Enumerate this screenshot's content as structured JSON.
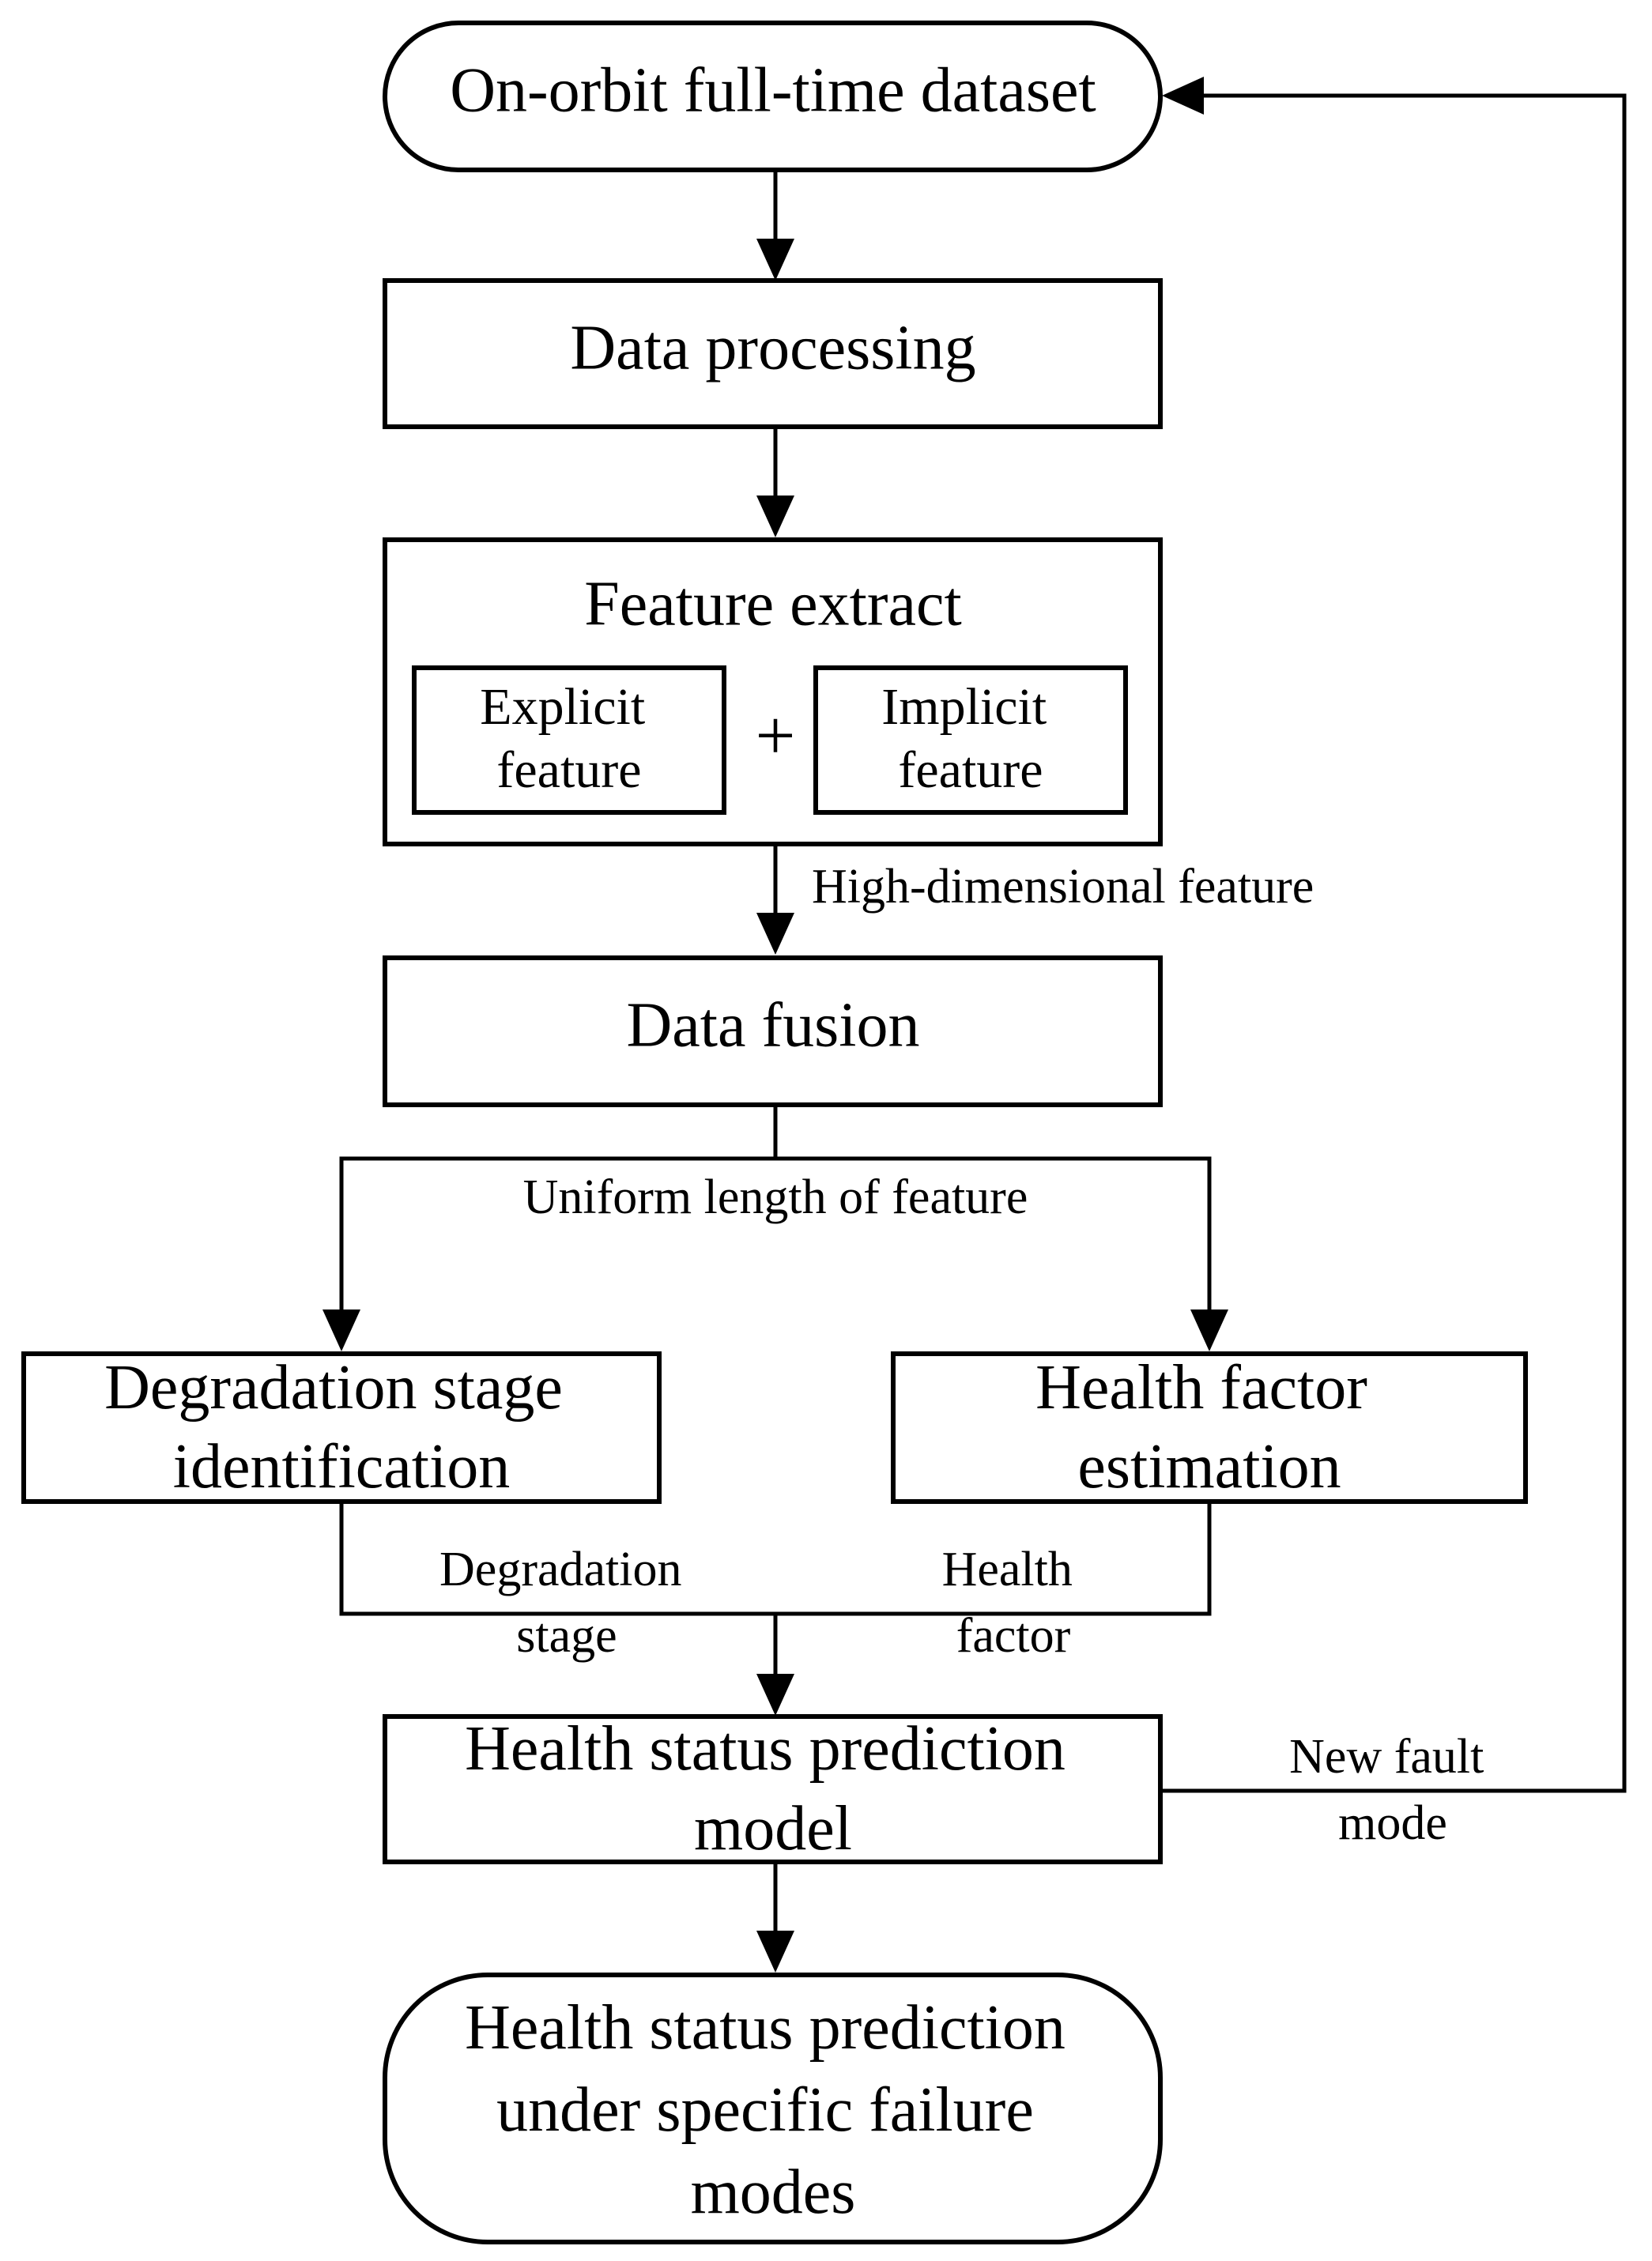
{
  "nodes": {
    "dataset": "On-orbit full-time dataset",
    "processing": "Data processing",
    "feature_extract": "Feature extract",
    "explicit": [
      "Explicit",
      "feature"
    ],
    "plus": "+",
    "implicit": [
      "Implicit",
      "feature"
    ],
    "fusion": "Data fusion",
    "degradation_id": [
      "Degradation stage",
      "identification"
    ],
    "health_factor_est": [
      "Health factor",
      "estimation"
    ],
    "prediction_model": [
      "Health status prediction",
      "model"
    ],
    "prediction_result": [
      "Health status prediction",
      "under specific failure",
      "modes"
    ]
  },
  "edge_labels": {
    "high_dim": "High-dimensional feature",
    "uniform": "Uniform length of feature",
    "degradation_stage": [
      "Degradation",
      "stage"
    ],
    "health_factor": [
      "Health",
      "factor"
    ],
    "new_fault": [
      "New fault",
      "mode"
    ]
  }
}
